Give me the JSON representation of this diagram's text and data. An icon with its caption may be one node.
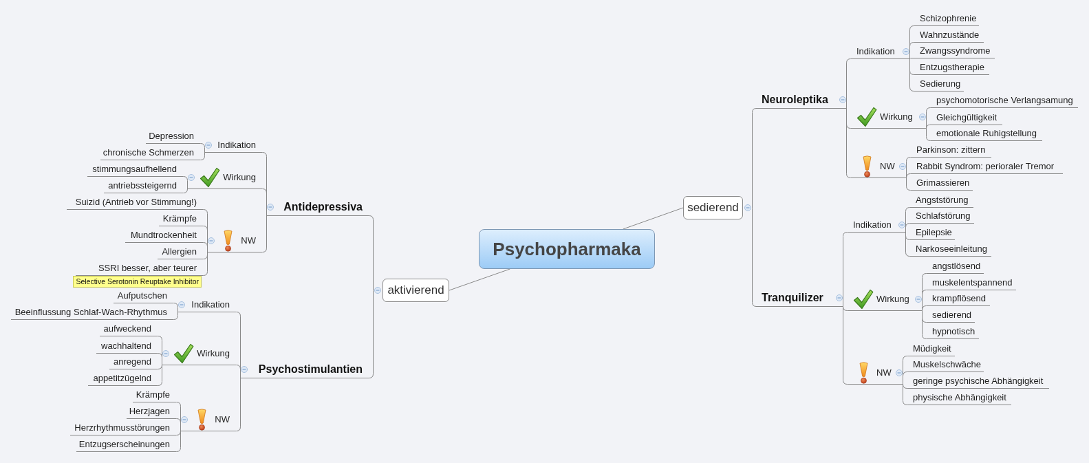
{
  "diagram": {
    "nodes": [
      {
        "text": [
          "Psychopharmaka"
        ]
      },
      {
        "text": [
          "aktivierend"
        ]
      },
      {
        "text": [
          "Antidepressiva"
        ]
      },
      {
        "text": [
          "Indikation"
        ]
      },
      {
        "text": [
          "Depression"
        ]
      },
      {
        "text": [
          "chronische Schmerzen"
        ]
      },
      {
        "text": [
          "Wirkung"
        ]
      },
      {
        "text": [
          "stimmungsaufhellend"
        ]
      },
      {
        "text": [
          "antriebssteigernd"
        ]
      },
      {
        "text": [
          "NW"
        ]
      },
      {
        "text": [
          "Suizid (Antrieb vor Stimmung!)"
        ]
      },
      {
        "text": [
          "Krämpfe"
        ]
      },
      {
        "text": [
          "Mundtrockenheit"
        ]
      },
      {
        "text": [
          "Allergien"
        ]
      },
      {
        "text": [
          "SSRI besser, aber teurer"
        ],
        "beside": [
          "Selective Serotonin Reuptake Inhibitor"
        ]
      },
      {
        "text": [
          "Psychostimulantien"
        ]
      },
      {
        "text": [
          "Indikation"
        ]
      },
      {
        "text": [
          "Aufputschen"
        ]
      },
      {
        "text": [
          "Beeinflussung Schlaf-Wach-Rhythmus"
        ]
      },
      {
        "text": [
          "Wirkung"
        ]
      },
      {
        "text": [
          "aufweckend"
        ]
      },
      {
        "text": [
          "wachhaltend"
        ]
      },
      {
        "text": [
          "anregend"
        ]
      },
      {
        "text": [
          "appetitzügelnd"
        ]
      },
      {
        "text": [
          "NW"
        ]
      },
      {
        "text": [
          "Krämpfe"
        ]
      },
      {
        "text": [
          "Herzjagen"
        ]
      },
      {
        "text": [
          "Herzrhythmusstörungen"
        ]
      },
      {
        "text": [
          "Entzugserscheinungen"
        ]
      },
      {
        "text": [
          "sedierend"
        ]
      },
      {
        "text": [
          "Neuroleptika"
        ]
      },
      {
        "text": [
          "Indikation"
        ]
      },
      {
        "text": [
          "Schizophrenie"
        ]
      },
      {
        "text": [
          "Wahnzustände"
        ]
      },
      {
        "text": [
          "Zwangssyndrome"
        ]
      },
      {
        "text": [
          "Entzugstherapie"
        ]
      },
      {
        "text": [
          "Sedierung"
        ]
      },
      {
        "text": [
          "Wirkung"
        ]
      },
      {
        "text": [
          "psychomotorische Verlangsamung"
        ]
      },
      {
        "text": [
          "Gleichgültigkeit"
        ]
      },
      {
        "text": [
          "emotionale Ruhigstellung"
        ]
      },
      {
        "text": [
          "NW"
        ]
      },
      {
        "text": [
          "Parkinson: zittern"
        ]
      },
      {
        "text": [
          "Rabbit Syndrom: perioraler Tremor"
        ]
      },
      {
        "text": [
          "Grimassieren"
        ]
      },
      {
        "text": [
          "Tranquilizer"
        ]
      },
      {
        "text": [
          "Indikation"
        ]
      },
      {
        "text": [
          "Angststörung"
        ]
      },
      {
        "text": [
          "Schlafstörung"
        ]
      },
      {
        "text": [
          "Epilepsie"
        ]
      },
      {
        "text": [
          "Narkoseeinleitung"
        ]
      },
      {
        "text": [
          "Wirkung"
        ]
      },
      {
        "text": [
          "angstlösend"
        ]
      },
      {
        "text": [
          "muskelentspannend"
        ]
      },
      {
        "text": [
          "krampflösend"
        ]
      },
      {
        "text": [
          "sedierend"
        ]
      },
      {
        "text": [
          "hypnotisch"
        ]
      },
      {
        "text": [
          "NW"
        ]
      },
      {
        "text": [
          "Müdigkeit"
        ]
      },
      {
        "text": [
          "Muskelschwäche"
        ]
      },
      {
        "text": [
          "geringe psychische Abhängigkeit"
        ]
      },
      {
        "text": [
          "physische Abhängigkeit"
        ]
      }
    ],
    "edges": [
      {
        "from": 0,
        "to": 1,
        "arrow": "none"
      },
      {
        "from": 0,
        "to": 29,
        "arrow": "none"
      },
      {
        "from": 1,
        "to": 2,
        "arrow": "none"
      },
      {
        "from": 1,
        "to": 15,
        "arrow": "none"
      },
      {
        "from": 2,
        "to": 3,
        "arrow": "none"
      },
      {
        "from": 2,
        "to": 6,
        "arrow": "none"
      },
      {
        "from": 2,
        "to": 9,
        "arrow": "none"
      },
      {
        "from": 3,
        "to": 4,
        "arrow": "none"
      },
      {
        "from": 3,
        "to": 5,
        "arrow": "none"
      },
      {
        "from": 6,
        "to": 7,
        "arrow": "none"
      },
      {
        "from": 6,
        "to": 8,
        "arrow": "none"
      },
      {
        "from": 9,
        "to": 10,
        "arrow": "none"
      },
      {
        "from": 9,
        "to": 11,
        "arrow": "none"
      },
      {
        "from": 9,
        "to": 12,
        "arrow": "none"
      },
      {
        "from": 9,
        "to": 13,
        "arrow": "none"
      },
      {
        "from": 9,
        "to": 14,
        "arrow": "none"
      },
      {
        "from": 15,
        "to": 16,
        "arrow": "none"
      },
      {
        "from": 15,
        "to": 19,
        "arrow": "none"
      },
      {
        "from": 15,
        "to": 24,
        "arrow": "none"
      },
      {
        "from": 16,
        "to": 17,
        "arrow": "none"
      },
      {
        "from": 16,
        "to": 18,
        "arrow": "none"
      },
      {
        "from": 19,
        "to": 20,
        "arrow": "none"
      },
      {
        "from": 19,
        "to": 21,
        "arrow": "none"
      },
      {
        "from": 19,
        "to": 22,
        "arrow": "none"
      },
      {
        "from": 19,
        "to": 23,
        "arrow": "none"
      },
      {
        "from": 24,
        "to": 25,
        "arrow": "none"
      },
      {
        "from": 24,
        "to": 26,
        "arrow": "none"
      },
      {
        "from": 24,
        "to": 27,
        "arrow": "none"
      },
      {
        "from": 24,
        "to": 28,
        "arrow": "none"
      },
      {
        "from": 29,
        "to": 30,
        "arrow": "none"
      },
      {
        "from": 29,
        "to": 45,
        "arrow": "none"
      },
      {
        "from": 30,
        "to": 31,
        "arrow": "none"
      },
      {
        "from": 30,
        "to": 37,
        "arrow": "none"
      },
      {
        "from": 30,
        "to": 41,
        "arrow": "none"
      },
      {
        "from": 31,
        "to": 32,
        "arrow": "none"
      },
      {
        "from": 31,
        "to": 33,
        "arrow": "none"
      },
      {
        "from": 31,
        "to": 34,
        "arrow": "none"
      },
      {
        "from": 31,
        "to": 35,
        "arrow": "none"
      },
      {
        "from": 31,
        "to": 36,
        "arrow": "none"
      },
      {
        "from": 37,
        "to": 38,
        "arrow": "none"
      },
      {
        "from": 37,
        "to": 39,
        "arrow": "none"
      },
      {
        "from": 37,
        "to": 40,
        "arrow": "none"
      },
      {
        "from": 41,
        "to": 42,
        "arrow": "none"
      },
      {
        "from": 41,
        "to": 43,
        "arrow": "none"
      },
      {
        "from": 41,
        "to": 44,
        "arrow": "none"
      },
      {
        "from": 45,
        "to": 46,
        "arrow": "none"
      },
      {
        "from": 45,
        "to": 51,
        "arrow": "none"
      },
      {
        "from": 45,
        "to": 57,
        "arrow": "none"
      },
      {
        "from": 46,
        "to": 47,
        "arrow": "none"
      },
      {
        "from": 46,
        "to": 48,
        "arrow": "none"
      },
      {
        "from": 46,
        "to": 49,
        "arrow": "none"
      },
      {
        "from": 46,
        "to": 50,
        "arrow": "none"
      },
      {
        "from": 51,
        "to": 52,
        "arrow": "none"
      },
      {
        "from": 51,
        "to": 53,
        "arrow": "none"
      },
      {
        "from": 51,
        "to": 54,
        "arrow": "none"
      },
      {
        "from": 51,
        "to": 55,
        "arrow": "none"
      },
      {
        "from": 51,
        "to": 56,
        "arrow": "none"
      },
      {
        "from": 57,
        "to": 58,
        "arrow": "none"
      },
      {
        "from": 57,
        "to": 59,
        "arrow": "none"
      },
      {
        "from": 57,
        "to": 60,
        "arrow": "none"
      },
      {
        "from": 57,
        "to": 61,
        "arrow": "none"
      }
    ]
  }
}
